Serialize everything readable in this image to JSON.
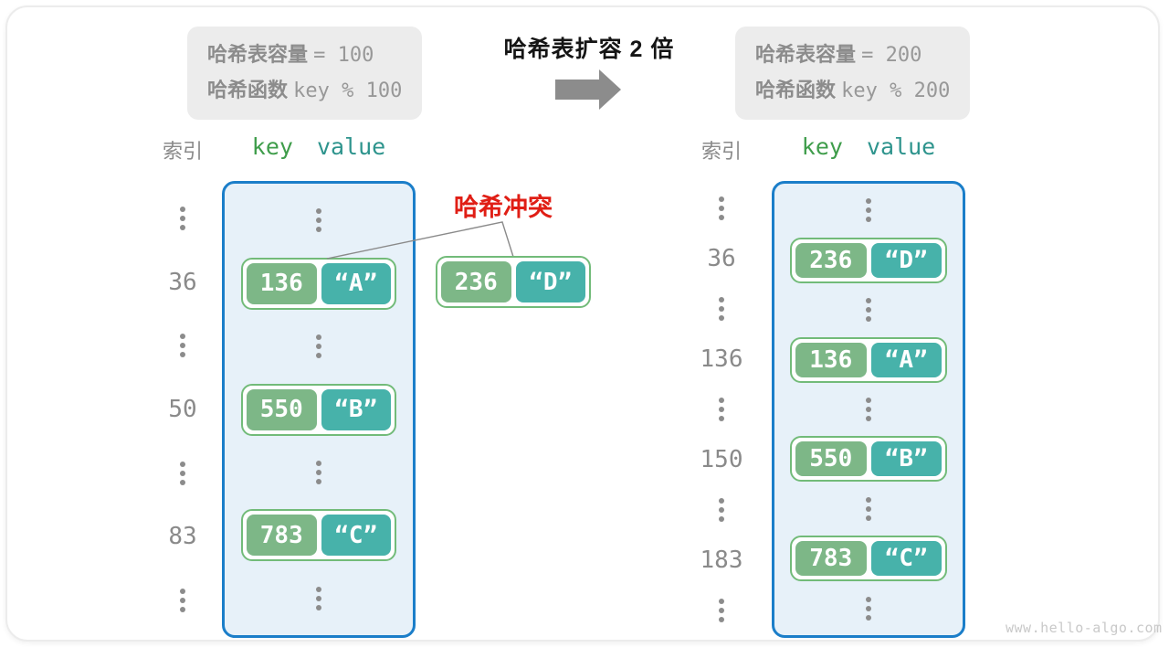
{
  "header": {
    "info_left": {
      "cap_label": "哈希表容量",
      "cap_value": "= 100",
      "fn_label": "哈希函数",
      "fn_value": "key % 100"
    },
    "title": "哈希表扩容 2 倍",
    "info_right": {
      "cap_label": "哈希表容量",
      "cap_value": "= 200",
      "fn_label": "哈希函数",
      "fn_value": "key % 200"
    }
  },
  "collision": {
    "label": "哈希冲突",
    "pair": {
      "key": "236",
      "value": "“D”"
    }
  },
  "left_table": {
    "index_header": "索引",
    "key_header": "key",
    "value_header": "value",
    "rows": [
      {
        "type": "dots"
      },
      {
        "type": "pair",
        "index": "36",
        "key": "136",
        "value": "“A”"
      },
      {
        "type": "dots"
      },
      {
        "type": "pair",
        "index": "50",
        "key": "550",
        "value": "“B”"
      },
      {
        "type": "dots"
      },
      {
        "type": "pair",
        "index": "83",
        "key": "783",
        "value": "“C”"
      },
      {
        "type": "dots"
      }
    ]
  },
  "right_table": {
    "index_header": "索引",
    "key_header": "key",
    "value_header": "value",
    "rows": [
      {
        "type": "dots"
      },
      {
        "type": "pair",
        "index": "36",
        "key": "236",
        "value": "“D”"
      },
      {
        "type": "dots"
      },
      {
        "type": "pair",
        "index": "136",
        "key": "136",
        "value": "“A”"
      },
      {
        "type": "dots"
      },
      {
        "type": "pair",
        "index": "150",
        "key": "550",
        "value": "“B”"
      },
      {
        "type": "dots"
      },
      {
        "type": "pair",
        "index": "183",
        "key": "783",
        "value": "“C”"
      },
      {
        "type": "dots"
      }
    ]
  },
  "watermark": "www.hello-algo.com",
  "icons": {
    "arrow": "right-arrow-icon",
    "ellipsis": "vertical-ellipsis-icon"
  },
  "colors": {
    "key_green": "#7db787",
    "value_teal": "#47b2aa",
    "pair_border": "#72bb79",
    "table_bg": "#e7f1f9",
    "table_border": "#1b7ec9",
    "key_header_green": "#3f9d4b",
    "value_header_teal": "#2e948d",
    "collision_red": "#e01e15",
    "gray_text": "#8a8a8a",
    "info_box_bg": "#ececec",
    "arrow_gray": "#8c8c8c"
  }
}
